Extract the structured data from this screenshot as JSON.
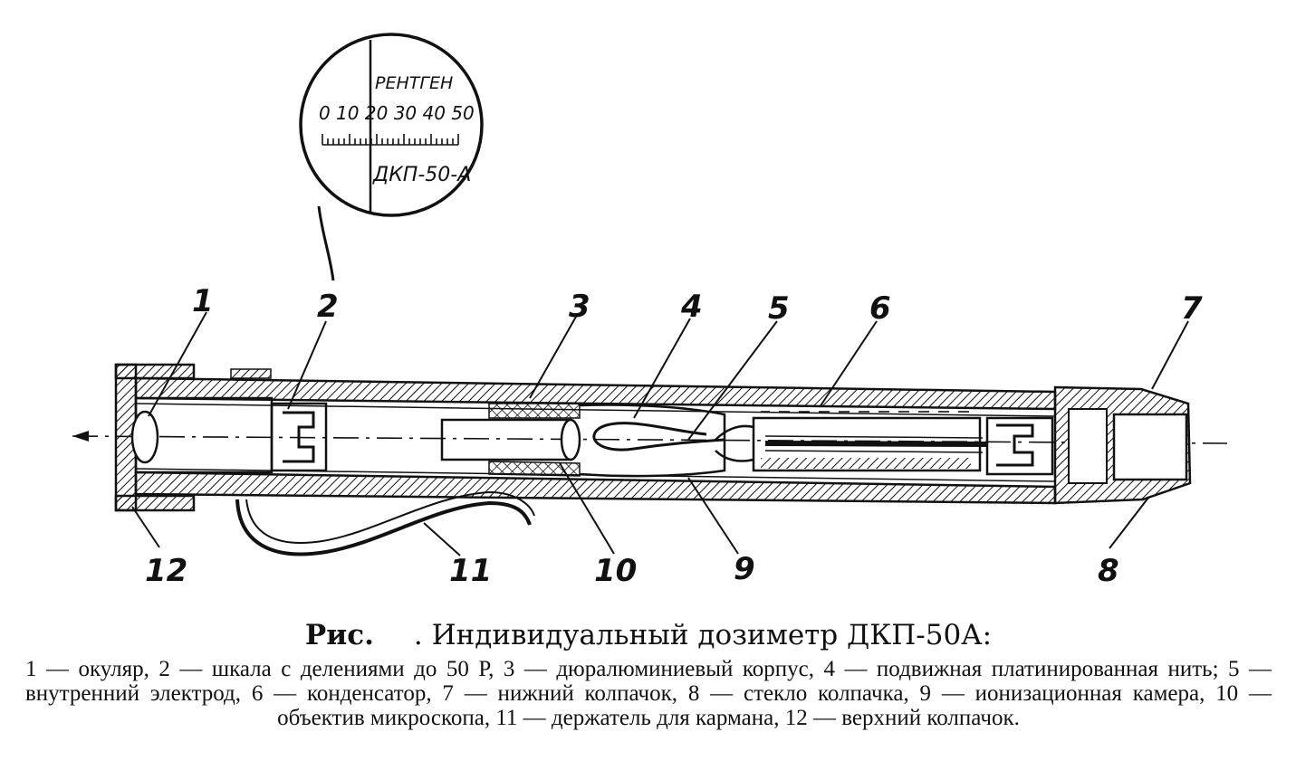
{
  "figure": {
    "scale_inset": {
      "word": "РЕНТГЕН",
      "numbers": "0 10 20 30 40 50",
      "model": "ДКП-50-А"
    },
    "callouts": [
      "1",
      "2",
      "3",
      "4",
      "5",
      "6",
      "7",
      "8",
      "9",
      "10",
      "11",
      "12"
    ]
  },
  "caption": {
    "label": "Рис.",
    "title": ". Индивидуальный дозиметр ДКП-50А:",
    "legend": "1 — окуляр, 2 — шкала с делениями до 50 Р, 3 — дюралюминиевый корпус, 4 — подвижная платинированная нить; 5 — внутренний электрод, 6 — конденсатор, 7 — нижний колпачок, 8 — стекло колпачка, 9 — ионизационная камера, 10 — объектив микроскопа, 11 — держатель для кармана, 12 — верхний колпачок."
  },
  "colors": {
    "ink": "#111111",
    "paper": "#ffffff"
  }
}
